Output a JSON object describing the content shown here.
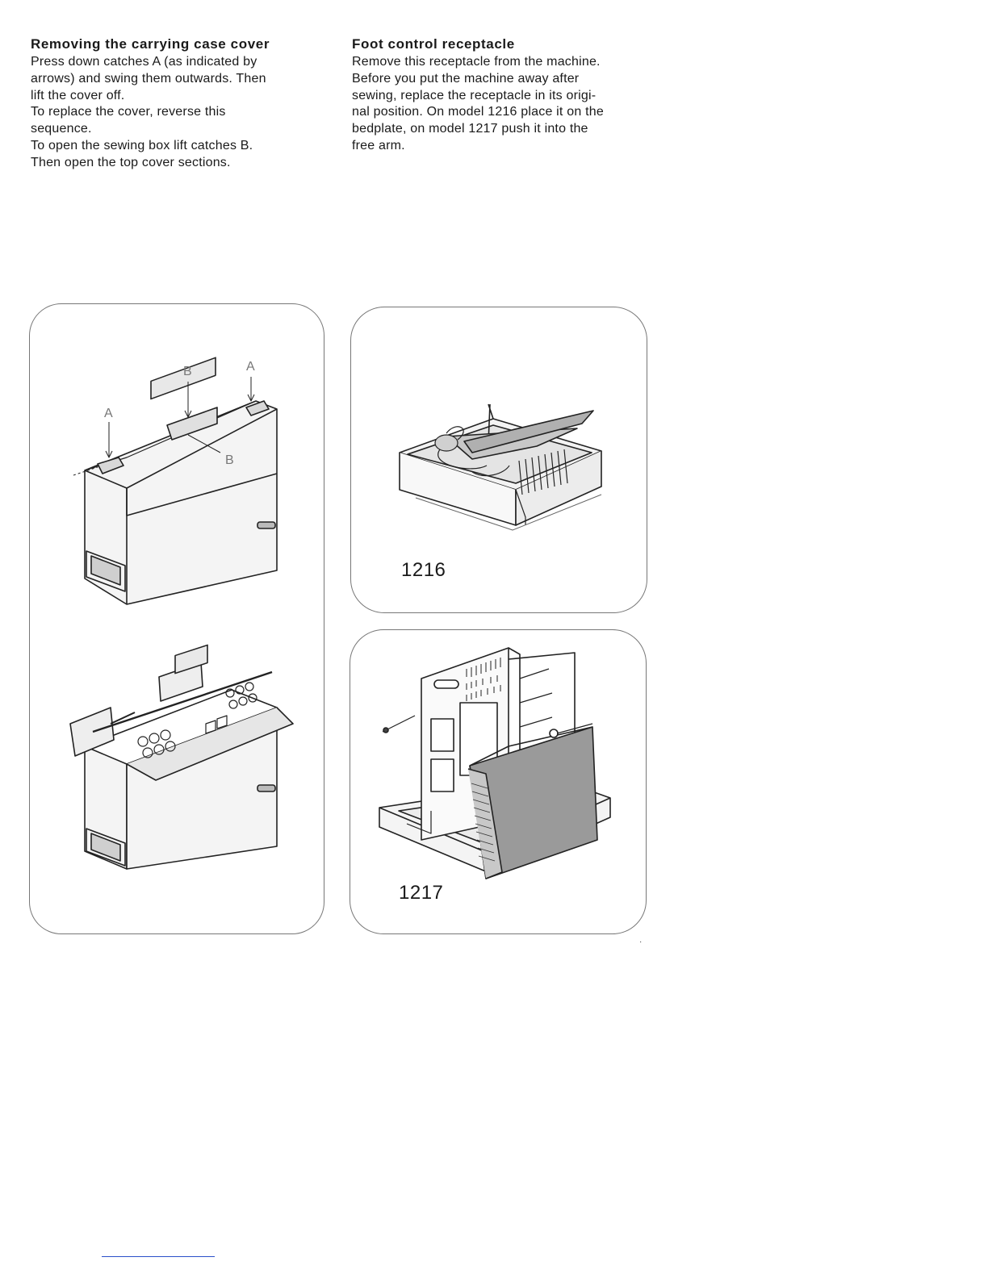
{
  "left_section": {
    "heading": "Removing the carrying case cover",
    "lines": [
      "Press down catches A (as indicated by",
      "arrows) and swing them outwards. Then",
      "lift the cover off.",
      "To replace the cover, reverse this",
      "sequence.",
      "To open the sewing box lift catches B.",
      "Then open the top cover sections."
    ]
  },
  "right_section": {
    "heading": "Foot control receptacle",
    "lines": [
      "Remove this receptacle from the machine.",
      "Before you put the machine away after",
      "sewing, replace the receptacle in its origi-",
      "nal position. On model 1216 place it on the",
      "bedplate, on model 1217 push it into the",
      "free arm."
    ]
  },
  "figures": {
    "case_labels": {
      "a_left": "A",
      "a_right": "A",
      "b_top": "B",
      "b_lower": "B"
    },
    "model_1216": "1216",
    "model_1217": "1217"
  }
}
